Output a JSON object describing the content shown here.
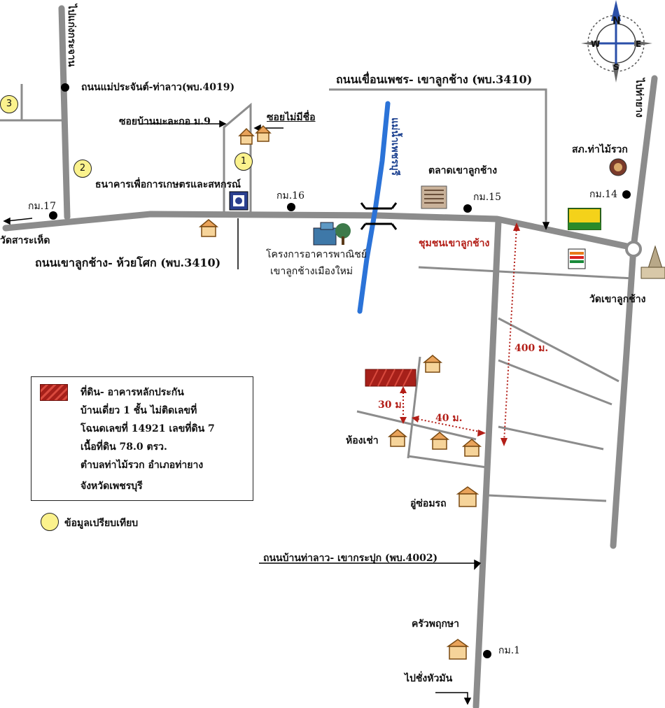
{
  "roads": {
    "main_lower": "ถนนเขาลูกช้าง- ห้วยโศก (พบ.3410)",
    "main_upper": "ถนนเขื่อนเพชร- เขาลูกช้าง (พบ.3410)",
    "mae_prachan": "ถนนแม่ประจันต์-ท่าลาว(พบ.4019)",
    "ban_tha_lao": "ถนนบ้านท่าลาว- เขากระปุก (พบ.4002)",
    "soi_makok": "ซอยบ้านมะละกอ ม.9",
    "soi_mai_mi_chue": "ซอยไม่มีชื่อ"
  },
  "places": {
    "to_kaeng_krachan": "ไปแก่งกระจาน",
    "to_tha_yang": "ไปท่ายาง",
    "to_chang_hua_man": "ไปชั่งหัวมัน",
    "wat_sa_rahet": "วัดสาระเห็ด",
    "wat_khao_luk_chang": "วัดเขาลูกช้าง",
    "baac": "ธนาคารเพื่อการเกษตรและสหกรณ์",
    "market": "ตลาดเขาลูกช้าง",
    "police": "สภ.ท่าไม้รวก",
    "community": "ชุมชนเขาลูกช้าง",
    "river": "แม่น้ำเพชรบุรี",
    "project_line1": "โครงการอาคารพาณิชย์",
    "project_line2": "เขาลูกช้างเมืองใหม่",
    "rental": "ห้องเช่า",
    "garage": "อู่ซ่อมรถ",
    "kitchen": "ครัวพฤกษา"
  },
  "km": {
    "km17": "กม.17",
    "km16": "กม.16",
    "km15": "กม.15",
    "km14": "กม.14",
    "km1": "กม.1"
  },
  "distances": {
    "d400": "400 ม.",
    "d30": "30 ม.",
    "d40": "40 ม."
  },
  "compass": {
    "n": "N",
    "s": "S",
    "e": "E",
    "w": "W"
  },
  "markers": {
    "m1": "1",
    "m2": "2",
    "m3": "3"
  },
  "legend": {
    "line1": "ที่ดิน- อาคารหลักประกัน",
    "line2": "บ้านเดี่ยว 1 ชั้น ไม่ติดเลขที่",
    "line3": "โฉนดเลขที่  14921 เลขที่ดิน 7",
    "line4": "เนื้อที่ดิน 78.0 ตรว.",
    "line5": "ตำบลท่าไม้รวก อำเภอท่ายาง",
    "line6": "จังหวัดเพชรบุรี",
    "comparison": "ข้อมูลเปรียบเทียบ"
  },
  "colors": {
    "road": "#8c8c8c",
    "river": "#2b73d8",
    "subject": "#a6201a",
    "marker": "#fbf28d",
    "distance": "#b31e17"
  }
}
